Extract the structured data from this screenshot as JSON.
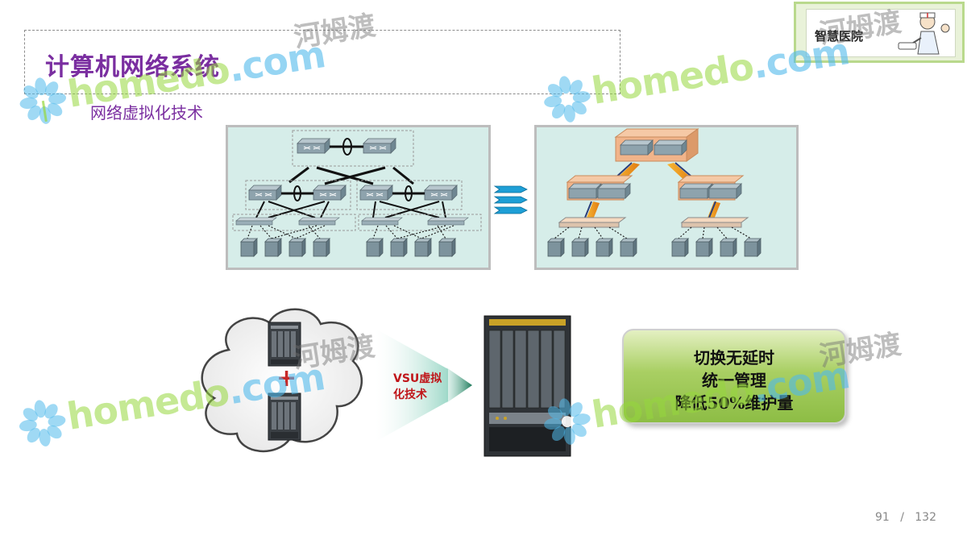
{
  "slide": {
    "title": "计算机网络系统",
    "subtitle": "网络虚拟化技术"
  },
  "logo": {
    "text": "智慧医院",
    "icon": "doctor-illustration-icon"
  },
  "diagram": {
    "vsu_label": "VSU虚拟\n化技术",
    "equals_icon": "triple-arrow-icon",
    "plus_symbol": "+"
  },
  "benefits": {
    "lines": [
      "切换无延时",
      "统一管理",
      "降低50%维护量"
    ]
  },
  "pagination": {
    "current": "91",
    "separator": "/",
    "total": "132"
  },
  "watermark": {
    "latin": "homedo",
    "suffix": ".com",
    "chinese": "河姆渡"
  },
  "colors": {
    "title": "#7a2ea0",
    "panel_bg": "#d6ede9",
    "vsu_label": "#c0161a",
    "benefit_box": "#a9cf63"
  }
}
